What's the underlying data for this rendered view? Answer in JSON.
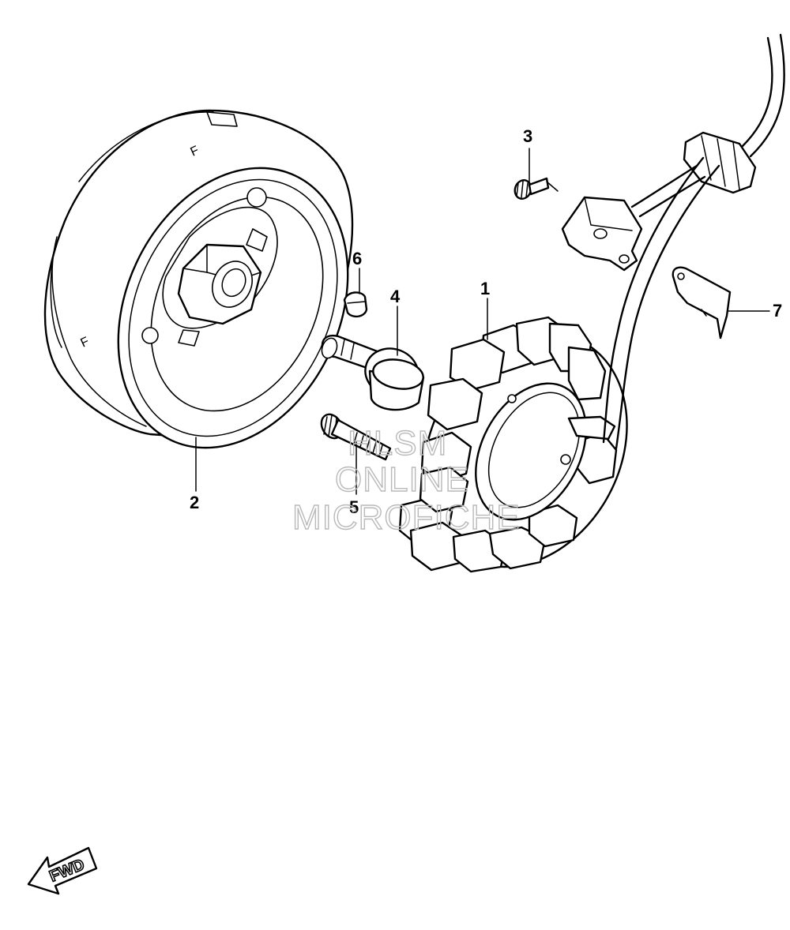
{
  "callouts": {
    "p1": "1",
    "p2": "2",
    "p3": "3",
    "p4": "4",
    "p5": "5",
    "p6": "6",
    "p7": "7"
  },
  "watermark": {
    "line1": "HLSM",
    "line2": "ONLINE",
    "line3": "MICROFICHE"
  },
  "fwd_label": "FWD"
}
